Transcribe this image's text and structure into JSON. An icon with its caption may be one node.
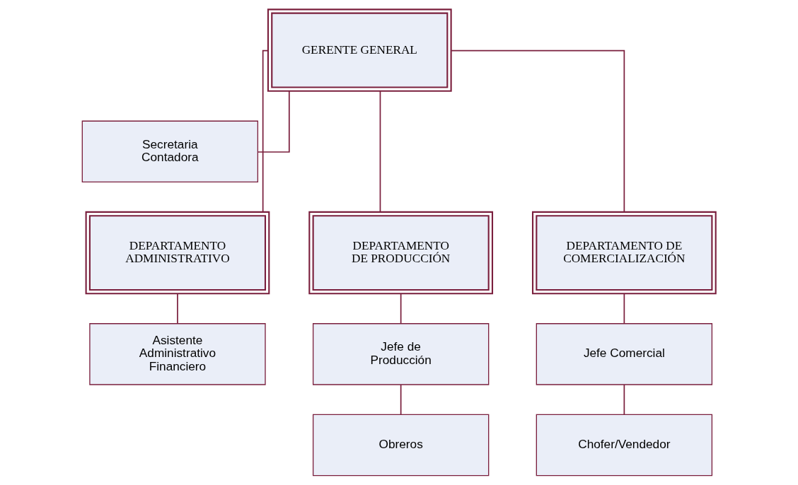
{
  "diagram": {
    "nodes": [
      {
        "text": [
          "GERENTE GENERAL"
        ]
      },
      {
        "text": [
          "Secretaria Contadora"
        ]
      },
      {
        "text": [
          "DEPARTAMENTO ADMINISTRATIVO"
        ]
      },
      {
        "text": [
          "DEPARTAMENTO DE PRODUCCIÓN"
        ]
      },
      {
        "text": [
          "DEPARTAMENTO DE COMERCIALIZACIÓN"
        ]
      },
      {
        "text": [
          "Asistente Administrativo Financiero"
        ]
      },
      {
        "text": [
          "Jefe de Producción"
        ]
      },
      {
        "text": [
          "Obreros"
        ]
      },
      {
        "text": [
          "Jefe Comercial"
        ]
      },
      {
        "text": [
          "Chofer/Vendedor"
        ]
      }
    ],
    "edges": [
      {
        "from": 0,
        "to": 1,
        "arrow": "none"
      },
      {
        "from": 0,
        "to": 2,
        "arrow": "none"
      },
      {
        "from": 0,
        "to": 3,
        "arrow": "none"
      },
      {
        "from": 0,
        "to": 4,
        "arrow": "none"
      },
      {
        "from": 2,
        "to": 5,
        "arrow": "none"
      },
      {
        "from": 3,
        "to": 6,
        "arrow": "none"
      },
      {
        "from": 6,
        "to": 7,
        "arrow": "none"
      },
      {
        "from": 4,
        "to": 8,
        "arrow": "none"
      },
      {
        "from": 8,
        "to": 9,
        "arrow": "none"
      }
    ]
  }
}
